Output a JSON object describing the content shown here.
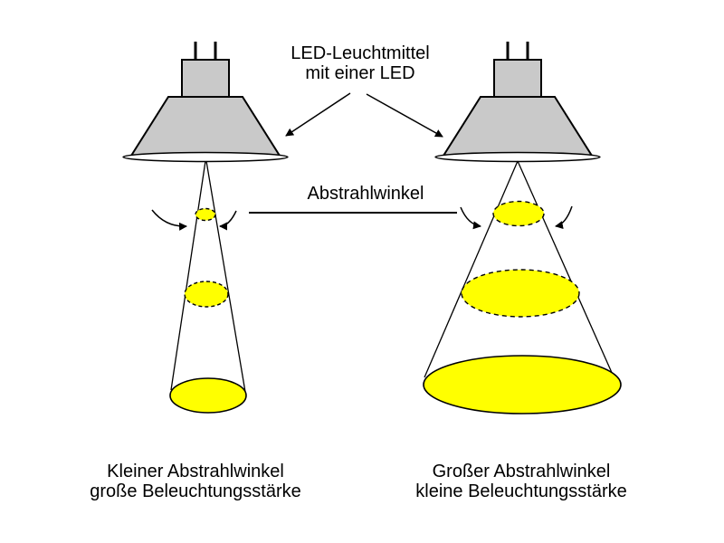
{
  "diagram": {
    "title": {
      "line1": "LED-Leuchtmittel",
      "line2": "mit einer LED"
    },
    "beam_angle_label": "Abstrahlwinkel",
    "left": {
      "caption_line1": "Kleiner Abstrahlwinkel",
      "caption_line2": "große Beleuchtungsstärke",
      "beam_type": "narrow"
    },
    "right": {
      "caption_line1": "Großer Abstrahlwinkel",
      "caption_line2": "kleine Beleuchtungsstärke",
      "beam_type": "wide"
    },
    "icons": {
      "lamp": "led-spotlight-icon",
      "pointer": "arrowhead-icon"
    }
  },
  "colors": {
    "lamp_gray": "#c9c9c9",
    "beam_yellow": "#ffff00",
    "outline": "#000000",
    "background": "#ffffff",
    "rim_white": "#ffffff"
  }
}
